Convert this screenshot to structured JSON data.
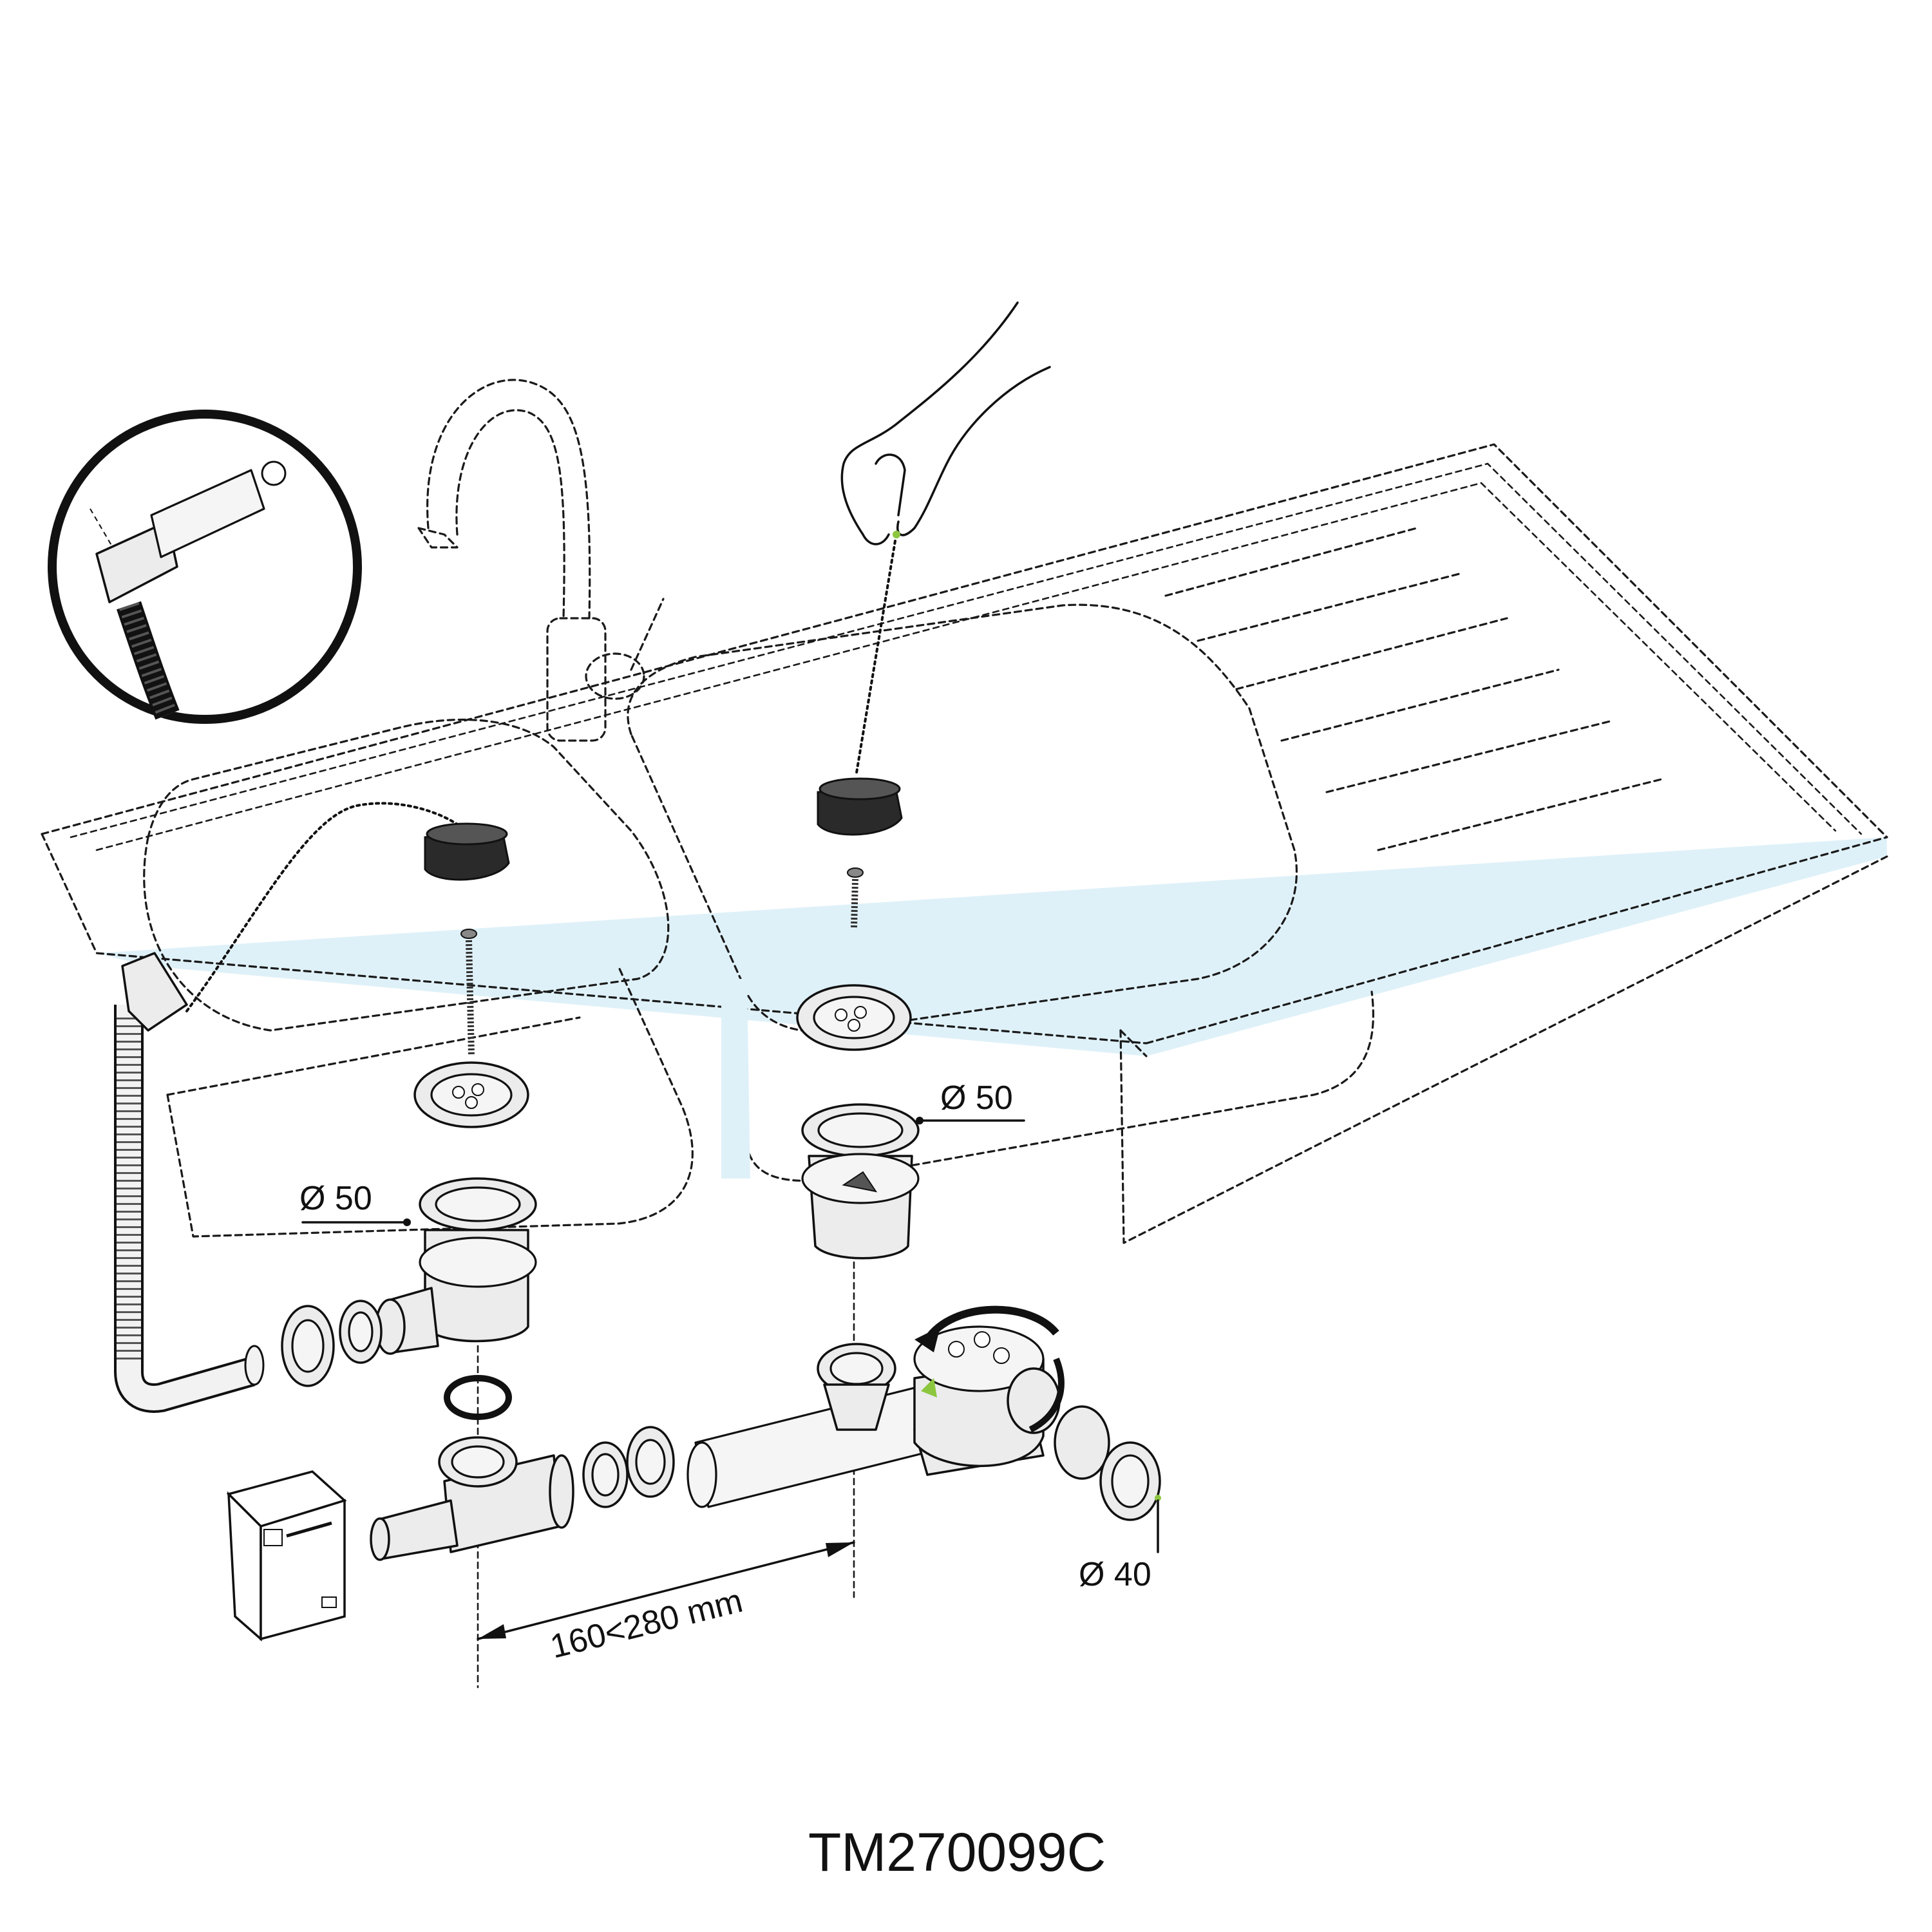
{
  "labels": {
    "drain_left_diameter": "Ø 50",
    "drain_right_diameter": "Ø 50",
    "overflow_diameter": "Ø 40",
    "distance_range": "160<280 mm",
    "reference_code": "TM270099C"
  },
  "colors": {
    "line": "#111111",
    "surface_highlight": "#dff1f8",
    "connector_accent": "#8cc63f",
    "plug": "#2a2a2a"
  }
}
